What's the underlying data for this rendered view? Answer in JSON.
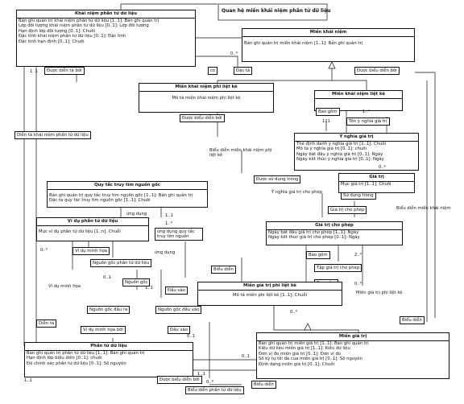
{
  "diagram_title": "Quan hệ miền khái niệm phần tử dữ liệu",
  "classes": {
    "khai_niem": {
      "title": "Khái niệm phần tử dữ liệu",
      "attrs": [
        "Bản ghi quản trị khái niệm phần tử dữ liệu [1..1]: Bản ghi quản trị",
        "Lớp đối tượng khái niệm phần tử dữ liệu [0..1]: Lớp đối tượng",
        "Hạn định lớp đối tượng [0..1]: Chuỗi",
        "Đặc tính khái niệm phần tử dữ liệu [0..1]: Đặc tính",
        "Đặc tính hạn định [0..1]: Chuỗi"
      ]
    },
    "mien_khai_niem": {
      "title": "Miền khái niệm",
      "attrs": [
        "Bản ghi quản trị miền khái niệm [1..1]: Bản ghi quản trị"
      ]
    },
    "mien_phi_liet_ke": {
      "title": "Miền khái niệm phi liệt kê",
      "attrs": [
        "Mô tả miền khái niệm phi liệt kê"
      ]
    },
    "mien_liet_ke": {
      "title": "Miền khái niệm liệt kê",
      "attrs": []
    },
    "y_nghia": {
      "title": "Ý nghĩa giá trị",
      "attrs": [
        "Thẻ định danh ý nghĩa giá trị [1..1]: Chuỗi",
        "Mô tả ý nghĩa giá trị [0..1]: chuỗi",
        "Ngày bắt đầu ý nghĩa giá trị [0..1]: Ngày",
        "Ngày kết thúc ý nghĩa giá trị [0..1]: Ngày"
      ]
    },
    "quy_tac": {
      "title": "Quy tắc truy tìm nguồn gốc",
      "attrs": [
        "Bản ghi quản trị quy tắc truy tìm nguồn gốc [1..1]: Bản ghi quản trị",
        "Đặc tả quy tắc truy tìm nguồn gốc [1..1]: Chuỗi"
      ]
    },
    "vi_du": {
      "title": "Ví dụ phần tử dữ liệu",
      "attrs": [
        "Mục ví dụ phần tử dữ liệu [1..n]: Chuỗi"
      ]
    },
    "gia_tri": {
      "title": "Giá trị",
      "attrs": [
        "Mục giá trị [1..1]: Chuỗi"
      ]
    },
    "gia_tri_cho_phep": {
      "title": "Giá trị cho phép",
      "attrs": [
        "Ngày bắt đầu giá trị cho phép [1..1]: Ngày",
        "Ngày kết thúc giá trị cho phép [0..1]: Ngày"
      ]
    },
    "mien_gtri_phi": {
      "title": "Miền giá trị phi liệt kê",
      "attrs": [
        "Mô tả miền phi liệt kê [1..1]: Chuỗi"
      ]
    },
    "phan_tu": {
      "title": "Phần tử dữ liệu",
      "attrs": [
        "Bản ghi quản trị phần tử dữ liệu [1..1]: Bản ghi quản trị",
        "Hạn định lớp biểu diễn [0..1]: chuỗi",
        "Độ chính xác phần tử dữ liệu [0..1]: Số nguyên"
      ]
    },
    "mien_gia_tri": {
      "title": "Miền giá trị",
      "attrs": [
        "Bản ghi quản trị miền giá trị [1..1]: Bản ghi quản trị",
        "Kiểu dữ liệu miền giá trị [1..1]: Kiểu dữ liệu",
        "Đơn vị đo miền giá trị [0..1]: Đơn vị đo",
        "Số ký tự tối đa của miền giá trị [0..1]: Số nguyên",
        "Định dạng miền giá trị [0..1]: Chuỗi"
      ]
    }
  },
  "labels": {
    "co": "có",
    "dac_ta": "Đặc tả",
    "duoc_dien_ta_boi": "Được diễn tả bởi",
    "duoc_bieu_dien_boi_1": "Được biểu diễn bởi",
    "duoc_bieu_dien_boi_2": "Được biểu diễn bởi",
    "dien_ta_khai_niem": "Diễn tả khái niệm phần tử dữ liệu",
    "bao_gom_1": "Bao gồm",
    "ten_y_nghia": "Tên ý nghĩa giá trị",
    "bieu_dien_mien": "Biểu diễn miền khái niệm phi liệt kê",
    "duoc_su_dung_trong_1": "Được sử dụng trong",
    "y_nghia_gtri_cho_phep": "Ý nghĩa giá trị cho phép",
    "su_dung_trong": "Sử dụng trong",
    "gia_tri_cho_phep_lbl": "Giá trị cho phép",
    "bieu_dien_mien_kn": "Biểu diễn miền khái niệm",
    "ung_dung": "ứng dụng",
    "ung_dung_quy_tac": "ứng dụng quy tắc truy tìm nguồn",
    "vi_du_minh_hoa_1": "Ví dụ minh họa",
    "ung_dung_2": "ứng dụng",
    "nguon_goc_pt": "Nguồn gốc phần tử dữ liệu",
    "bieu_dien_1": "Biểu diễn",
    "bao_gom_2": "Bao gồm",
    "tap_gia_tri": "Tập giá trị cho phép",
    "bao_gom_3": "Bao gồm",
    "vi_du_minh_hoa_2": "Ví dụ minh họa",
    "nguon_goc": "Nguồn gốc",
    "dau_vao_1": "Đầu vào",
    "nguon_goc_dau_ra": "Nguồn gốc đầu ra",
    "nguon_goc_dau_vao": "Nguồn gốc đầu vào",
    "dien_ta": "Diễn tả",
    "vi_du_minh_hoa_boi": "Ví dụ minh họa bởi",
    "dau_vao_2": "Đầu vào",
    "mien_gia_tri_phi_lbl": "Miền giá trị phi liệt kê",
    "bieu_dien_2": "Biểu diễn",
    "duoc_bieu_dien_boi_3": "Được biểu diễn bởi",
    "bieu_dien_pt": "Biểu diễn phần tử dữ liệu",
    "bieu_dien_3": "Biểu diễn"
  },
  "multiplicities": {
    "m1": "1..1",
    "m2": "0..*",
    "m3": "1..1",
    "m4": "1..*",
    "m5": "0..*",
    "m6": "1..1",
    "m7": "1..*",
    "m8": "0..1",
    "m9": "0..*",
    "m10": "1..1",
    "m11": "2..*",
    "m12": "0..*",
    "m13": "0..*",
    "m14": "0..1",
    "m15": "1..1",
    "m16": "0..1",
    "m17": "0..*",
    "m18": "1..1"
  }
}
